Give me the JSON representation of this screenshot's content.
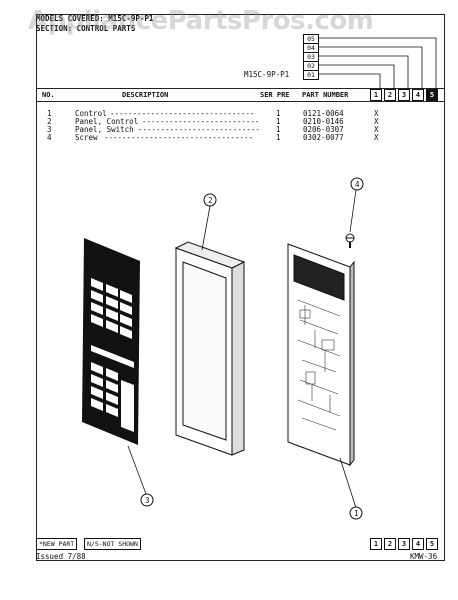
{
  "header": {
    "models_covered": "MODELS COVERED: M15C-9P-P1",
    "section": "SECTION: CONTROL PARTS",
    "model_column_label": "M15C-9P-P1",
    "model_codes": [
      "01",
      "02",
      "03",
      "04",
      "05"
    ]
  },
  "watermark": "AppliancePartsPros.com",
  "table": {
    "headers": {
      "no": "NO.",
      "description": "DESCRIPTION",
      "ser_pre": "SER PRE",
      "part_number": "PART NUMBER"
    },
    "column_numbers": [
      "1",
      "2",
      "3",
      "4",
      "5"
    ],
    "rows": [
      {
        "no": "1",
        "description": "Control",
        "dashes": "--------------------------------",
        "qty": "1",
        "part": "0121-0064",
        "mark": "X"
      },
      {
        "no": "2",
        "description": "Panel, Control",
        "dashes": "--------------------------",
        "qty": "1",
        "part": "0210-0146",
        "mark": "X"
      },
      {
        "no": "3",
        "description": "Panel, Switch",
        "dashes": "---------------------------",
        "qty": "1",
        "part": "0206-0307",
        "mark": "X"
      },
      {
        "no": "4",
        "description": "Screw",
        "dashes": "---------------------------------",
        "qty": "1",
        "part": "0302-0077",
        "mark": "X"
      }
    ]
  },
  "callouts": [
    "1",
    "2",
    "3",
    "4"
  ],
  "footer": {
    "new_part": "*NEW PART",
    "not_shown": "N/S-NOT SHOWN",
    "column_numbers": [
      "1",
      "2",
      "3",
      "4",
      "5"
    ],
    "issued": "Issued 7/88",
    "code": "KMW-36"
  }
}
